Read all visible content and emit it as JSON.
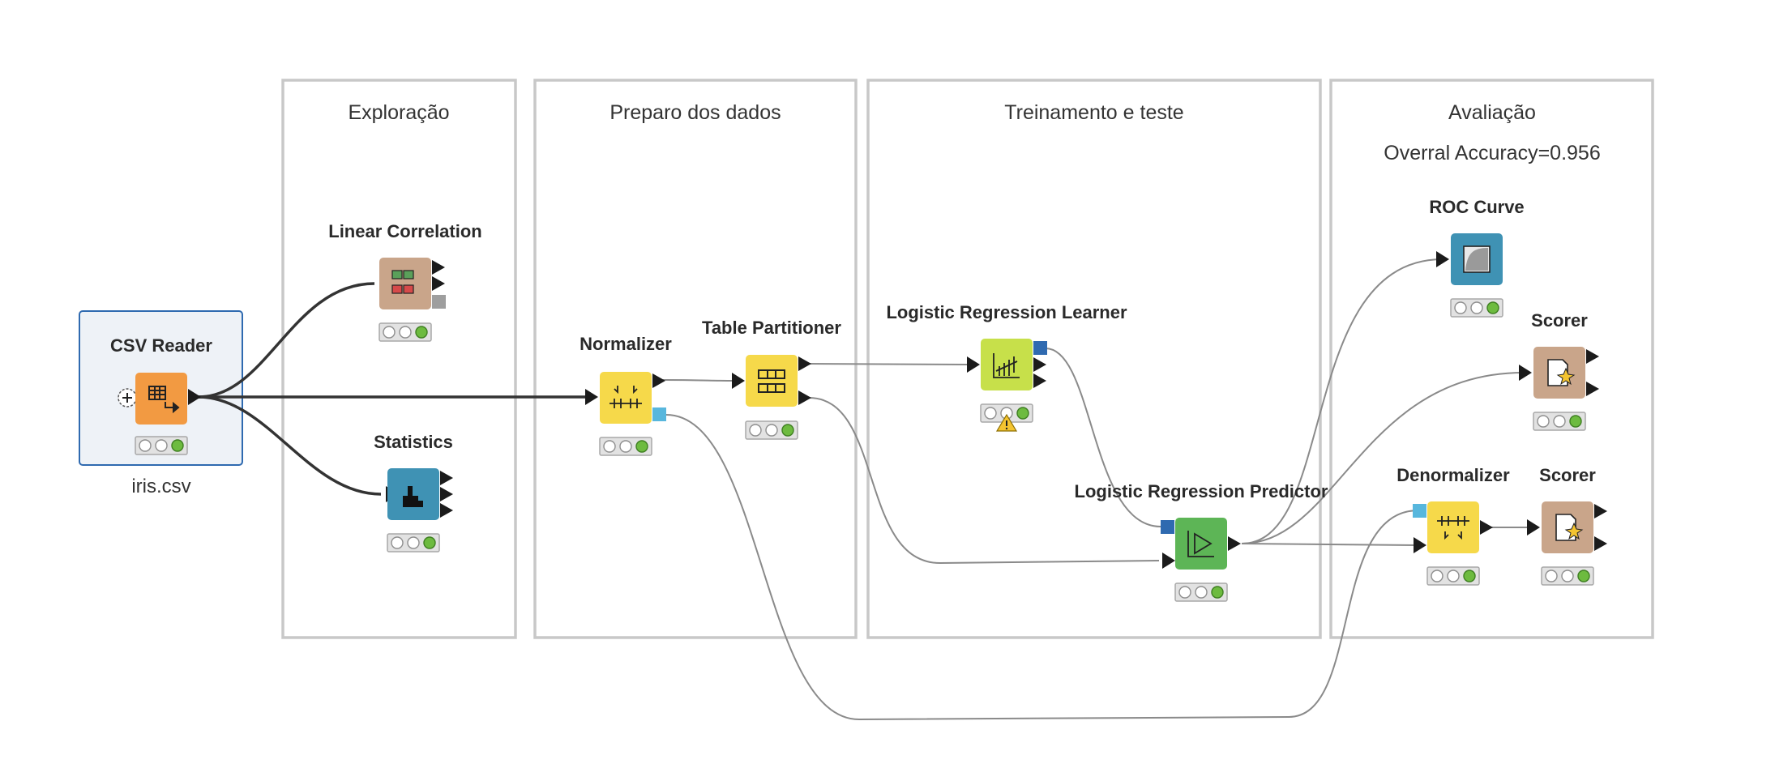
{
  "workflow": {
    "annotations": [
      {
        "id": "exploracao",
        "title": "Exploração"
      },
      {
        "id": "preparo",
        "title": "Preparo dos dados"
      },
      {
        "id": "treinamento",
        "title": "Treinamento e teste"
      },
      {
        "id": "avaliacao",
        "title": "Avaliação",
        "subtitle": "Overral Accuracy=0.956"
      }
    ],
    "nodes": {
      "csv_reader": {
        "label": "CSV Reader",
        "comment": "iris.csv",
        "color": "#f29a42",
        "icon": "table-reader-icon"
      },
      "linear_correlation": {
        "label": "Linear Correlation",
        "color": "#c9a58a",
        "icon": "correlation-matrix-icon"
      },
      "statistics": {
        "label": "Statistics",
        "color": "#3f92b4",
        "icon": "statistics-icon"
      },
      "normalizer": {
        "label": "Normalizer",
        "color": "#f6d94a",
        "icon": "normalizer-icon"
      },
      "table_partitioner": {
        "label": "Table Partitioner",
        "color": "#f6d94a",
        "icon": "partitioner-icon"
      },
      "lr_learner": {
        "label": "Logistic Regression Learner",
        "color": "#c7e04a",
        "icon": "learner-icon",
        "warning": true
      },
      "lr_predictor": {
        "label": "Logistic Regression Predictor",
        "color": "#5db556",
        "icon": "predictor-icon"
      },
      "roc_curve": {
        "label": "ROC Curve",
        "color": "#3f92b4",
        "icon": "roc-curve-icon"
      },
      "scorer_1": {
        "label": "Scorer",
        "color": "#c9a58a",
        "icon": "scorer-icon"
      },
      "denormalizer": {
        "label": "Denormalizer",
        "color": "#f6d94a",
        "icon": "denormalizer-icon"
      },
      "scorer_2": {
        "label": "Scorer",
        "color": "#c9a58a",
        "icon": "scorer-icon"
      }
    },
    "colors": {
      "selection_border": "#2f6ab0",
      "selection_fill": "#eef2f7",
      "model_port": "#2f6ab0",
      "normalizer_port": "#58b7dd",
      "warning": "#f4c430"
    }
  }
}
